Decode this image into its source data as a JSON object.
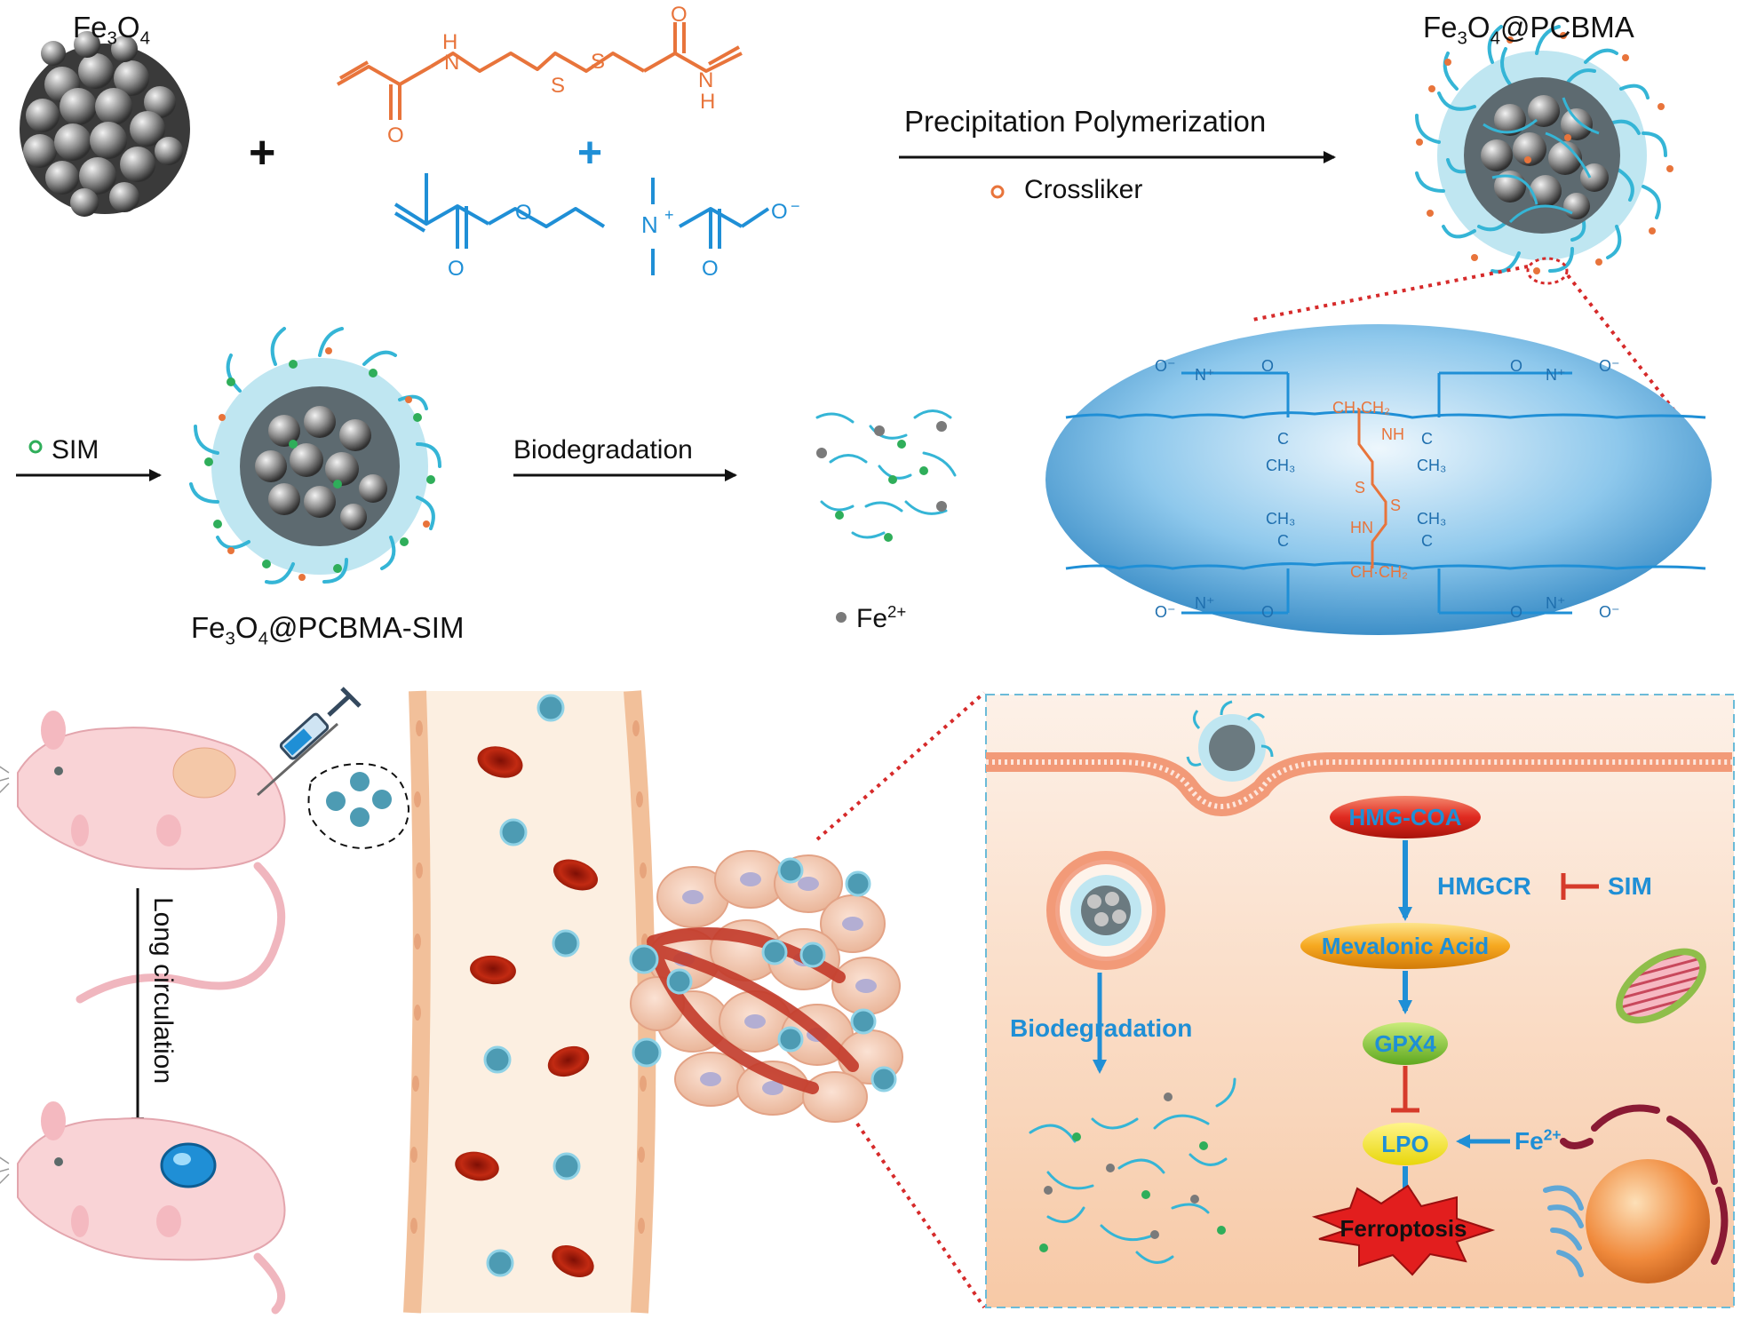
{
  "top": {
    "fe3o4_label": "Fe3O4",
    "plus_main": "+",
    "plus_monomer": "+",
    "product_label": "Fe3O4@PCBMA",
    "reaction_label": "Precipitation Polymerization",
    "crosslinker_legend": "Crossliker"
  },
  "middle": {
    "sim_legend": "SIM",
    "loaded_label": "Fe3O4@PCBMA-SIM",
    "biodegradation_label": "Biodegradation",
    "fe2_legend": "Fe2+"
  },
  "bottom": {
    "long_circulation_label": "Long circulation",
    "pathway": {
      "hmg_coa": "HMG-COA",
      "hmgcr": "HMGCR",
      "sim": "SIM",
      "mevalonic_acid": "Mevalonic Acid",
      "gpx4": "GPX4",
      "lpo": "LPO",
      "fe2": "Fe2+",
      "ferroptosis": "Ferroptosis",
      "biodegradation": "Biodegradation"
    }
  },
  "colors": {
    "crosslinker_orange": "#e8743b",
    "monomer_blue": "#1f8fd6",
    "polymer_cyan": "#35b5d6",
    "rbc_red": "#b3200f",
    "pathway_red": "#d63a2a",
    "sim_green": "#2fae5a"
  }
}
